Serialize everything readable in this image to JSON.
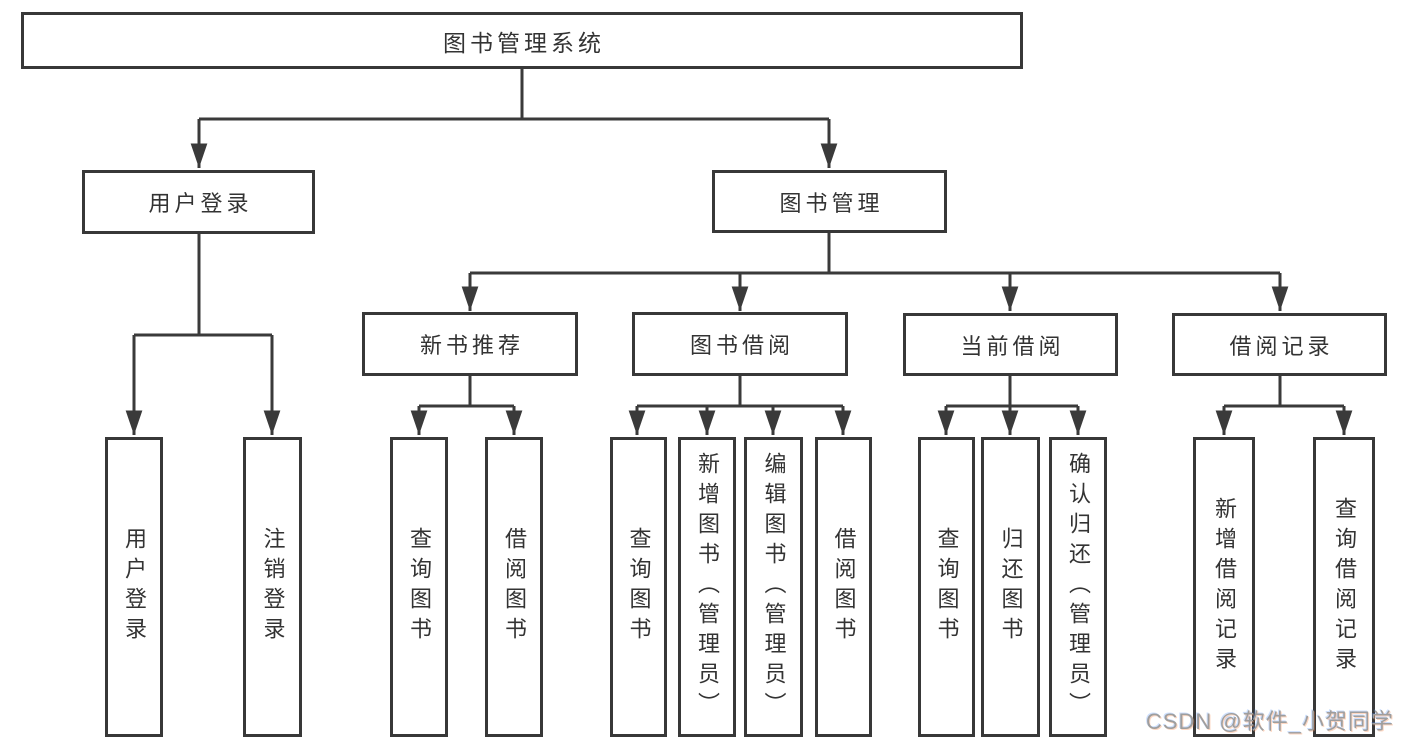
{
  "diagram": {
    "root": {
      "label": "图书管理系统"
    },
    "level1": [
      {
        "label": "用户登录"
      },
      {
        "label": "图书管理"
      }
    ],
    "level2": [
      {
        "label": "新书推荐",
        "parent": "图书管理"
      },
      {
        "label": "图书借阅",
        "parent": "图书管理"
      },
      {
        "label": "当前借阅",
        "parent": "图书管理"
      },
      {
        "label": "借阅记录",
        "parent": "图书管理"
      }
    ],
    "leaves": [
      {
        "label": "用户登录",
        "parent": "用户登录"
      },
      {
        "label": "注销登录",
        "parent": "用户登录"
      },
      {
        "label": "查询图书",
        "parent": "新书推荐"
      },
      {
        "label": "借阅图书",
        "parent": "新书推荐"
      },
      {
        "label": "查询图书",
        "parent": "图书借阅"
      },
      {
        "label": "新增图书（管理员）",
        "parent": "图书借阅"
      },
      {
        "label": "编辑图书（管理员）",
        "parent": "图书借阅"
      },
      {
        "label": "借阅图书",
        "parent": "图书借阅"
      },
      {
        "label": "查询图书",
        "parent": "当前借阅"
      },
      {
        "label": "归还图书",
        "parent": "当前借阅"
      },
      {
        "label": "确认归还（管理员）",
        "parent": "当前借阅"
      },
      {
        "label": "新增借阅记录",
        "parent": "借阅记录"
      },
      {
        "label": "查询借阅记录",
        "parent": "借阅记录"
      }
    ]
  },
  "watermark": {
    "text": "CSDN @软件_小贺同学"
  },
  "colors": {
    "line": "#3a3a3a",
    "box_border": "#383838",
    "text": "#333333",
    "background": "#ffffff",
    "watermark": "#9e9e9e"
  }
}
